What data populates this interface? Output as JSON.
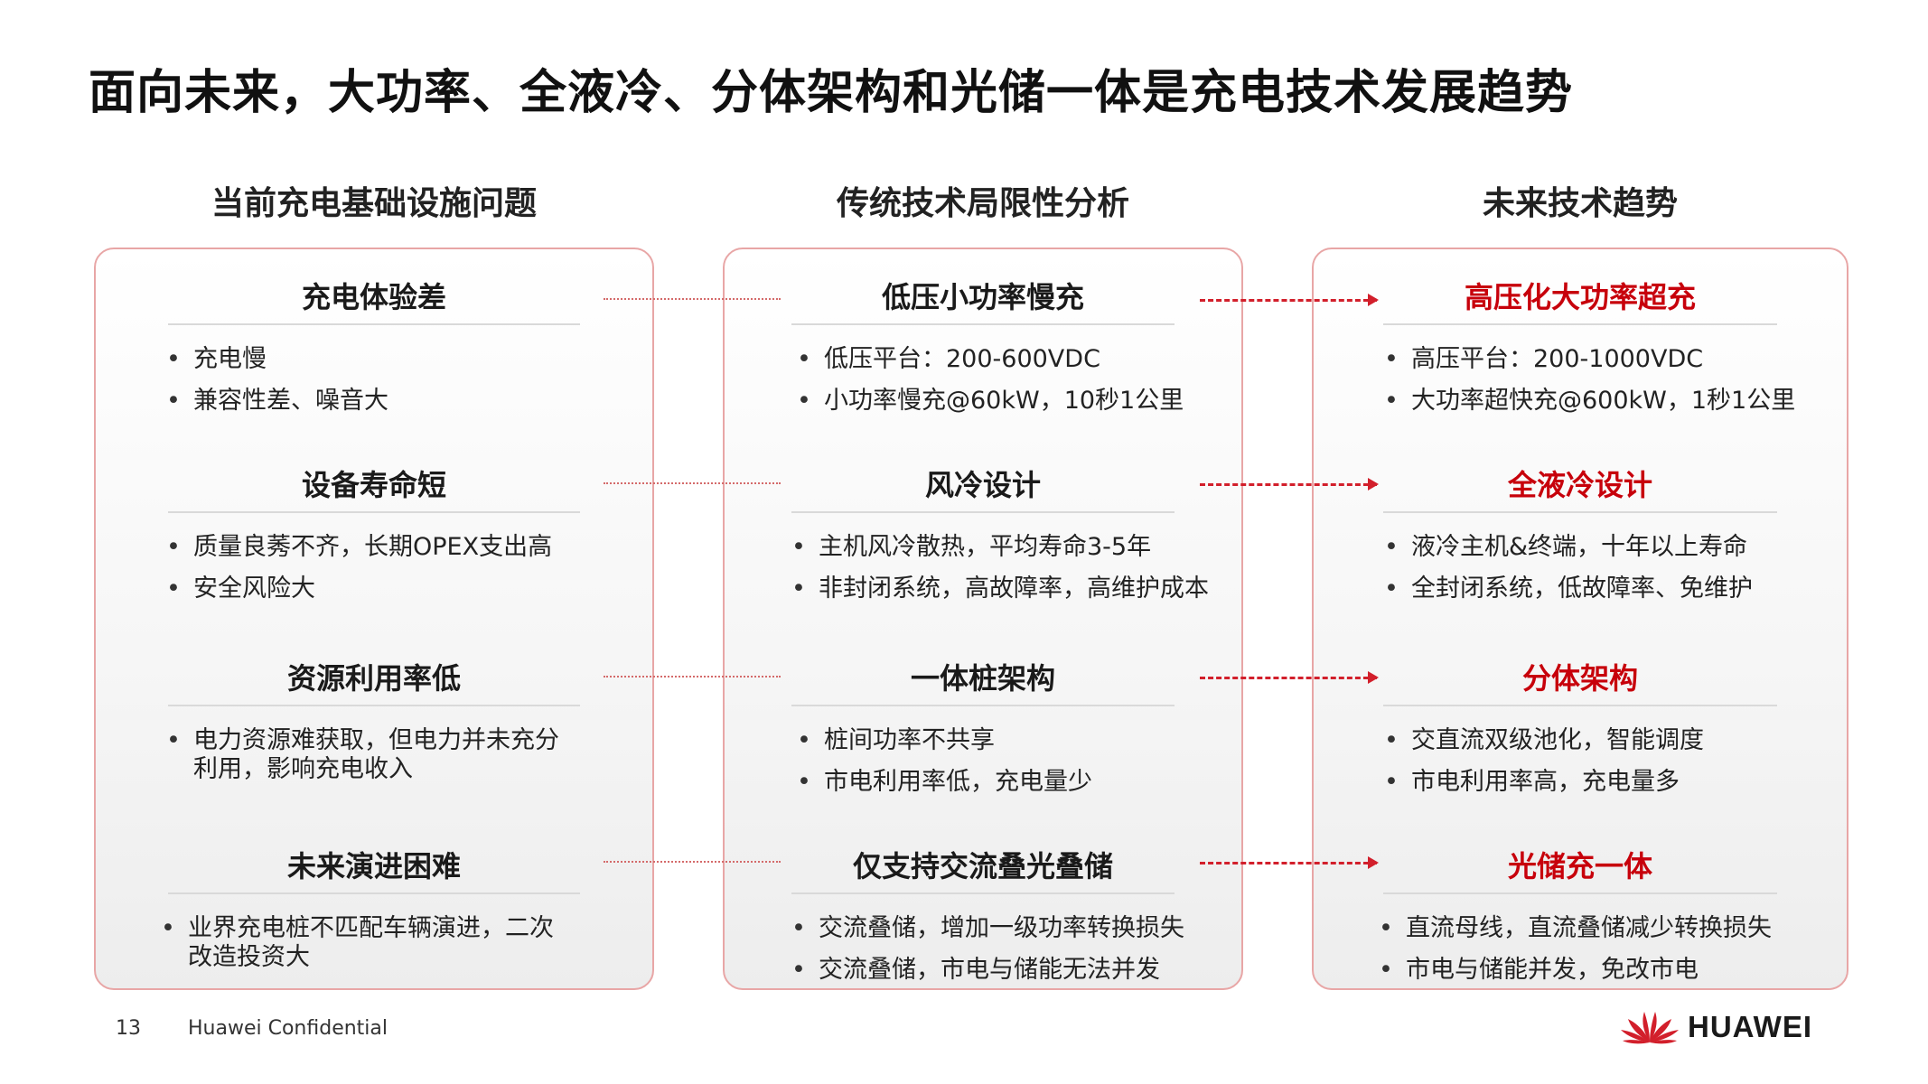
{
  "title": "面向未来，大功率、全液冷、分体架构和光储一体是充电技术发展趋势",
  "columns": [
    {
      "heading": "当前充电基础设施问题",
      "sections": [
        {
          "title": "充电体验差",
          "bullets": [
            "充电慢",
            "兼容性差、噪音大"
          ]
        },
        {
          "title": "设备寿命短",
          "bullets": [
            "质量良莠不齐，长期OPEX支出高",
            "安全风险大"
          ]
        },
        {
          "title": "资源利用率低",
          "bullets": [
            "电力资源难获取，但电力并未充分利用，影响充电收入"
          ]
        },
        {
          "title": "未来演进困难",
          "bullets": [
            "业界充电桩不匹配车辆演进，二次改造投资大"
          ]
        }
      ]
    },
    {
      "heading": "传统技术局限性分析",
      "sections": [
        {
          "title": "低压小功率慢充",
          "bullets": [
            "低压平台：200-600VDC",
            "小功率慢充@60kW，10秒1公里"
          ]
        },
        {
          "title": "风冷设计",
          "bullets": [
            "主机风冷散热，平均寿命3-5年",
            "非封闭系统，高故障率，高维护成本"
          ]
        },
        {
          "title": "一体桩架构",
          "bullets": [
            "桩间功率不共享",
            "市电利用率低，充电量少"
          ]
        },
        {
          "title": "仅支持交流叠光叠储",
          "bullets": [
            "交流叠储，增加一级功率转换损失",
            "交流叠储，市电与储能无法并发"
          ]
        }
      ]
    },
    {
      "heading": "未来技术趋势",
      "sections": [
        {
          "title": "高压化大功率超充",
          "bullets": [
            "高压平台：200-1000VDC",
            "大功率超快充@600kW，1秒1公里"
          ]
        },
        {
          "title": "全液冷设计",
          "bullets": [
            "液冷主机&终端，十年以上寿命",
            "全封闭系统，低故障率、免维护"
          ]
        },
        {
          "title": "分体架构",
          "bullets": [
            "交直流双级池化，智能调度",
            "市电利用率高，充电量多"
          ]
        },
        {
          "title": "光储充一体",
          "bullets": [
            "直流母线，直流叠储减少转换损失",
            "市电与储能并发，免改市电"
          ]
        }
      ]
    }
  ],
  "footer": {
    "page_number": "13",
    "confidential": "Huawei Confidential",
    "brand": "HUAWEI"
  },
  "colors": {
    "accent_red": "#c7000b",
    "panel_border": "#e8a6a6",
    "logo_red": "#d21f2b"
  }
}
